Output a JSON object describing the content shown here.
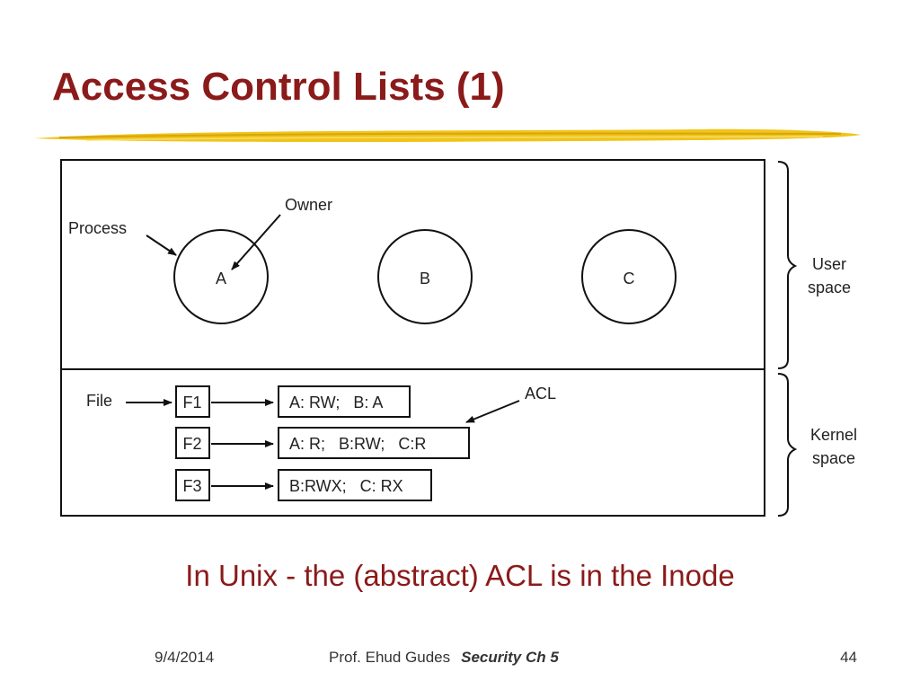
{
  "slide": {
    "title": "Access Control Lists (1)",
    "caption": "In Unix  - the (abstract) ACL is in the Inode",
    "accent_color": "#8b1a1a",
    "underline_color": "#f0c419"
  },
  "diagram": {
    "labels": {
      "process": "Process",
      "owner": "Owner",
      "file": "File",
      "acl": "ACL",
      "user_space": [
        "User",
        "space"
      ],
      "kernel_space": [
        "Kernel",
        "space"
      ]
    },
    "processes": [
      "A",
      "B",
      "C"
    ],
    "files": [
      {
        "name": "F1",
        "acl": "A: RW;   B: A"
      },
      {
        "name": "F2",
        "acl": "A: R;   B:RW;   C:R"
      },
      {
        "name": "F3",
        "acl": "B:RWX;   C: RX"
      }
    ]
  },
  "footer": {
    "date": "9/4/2014",
    "author": "Prof. Ehud Gudes",
    "course": "Security  Ch 5",
    "page": "44"
  }
}
